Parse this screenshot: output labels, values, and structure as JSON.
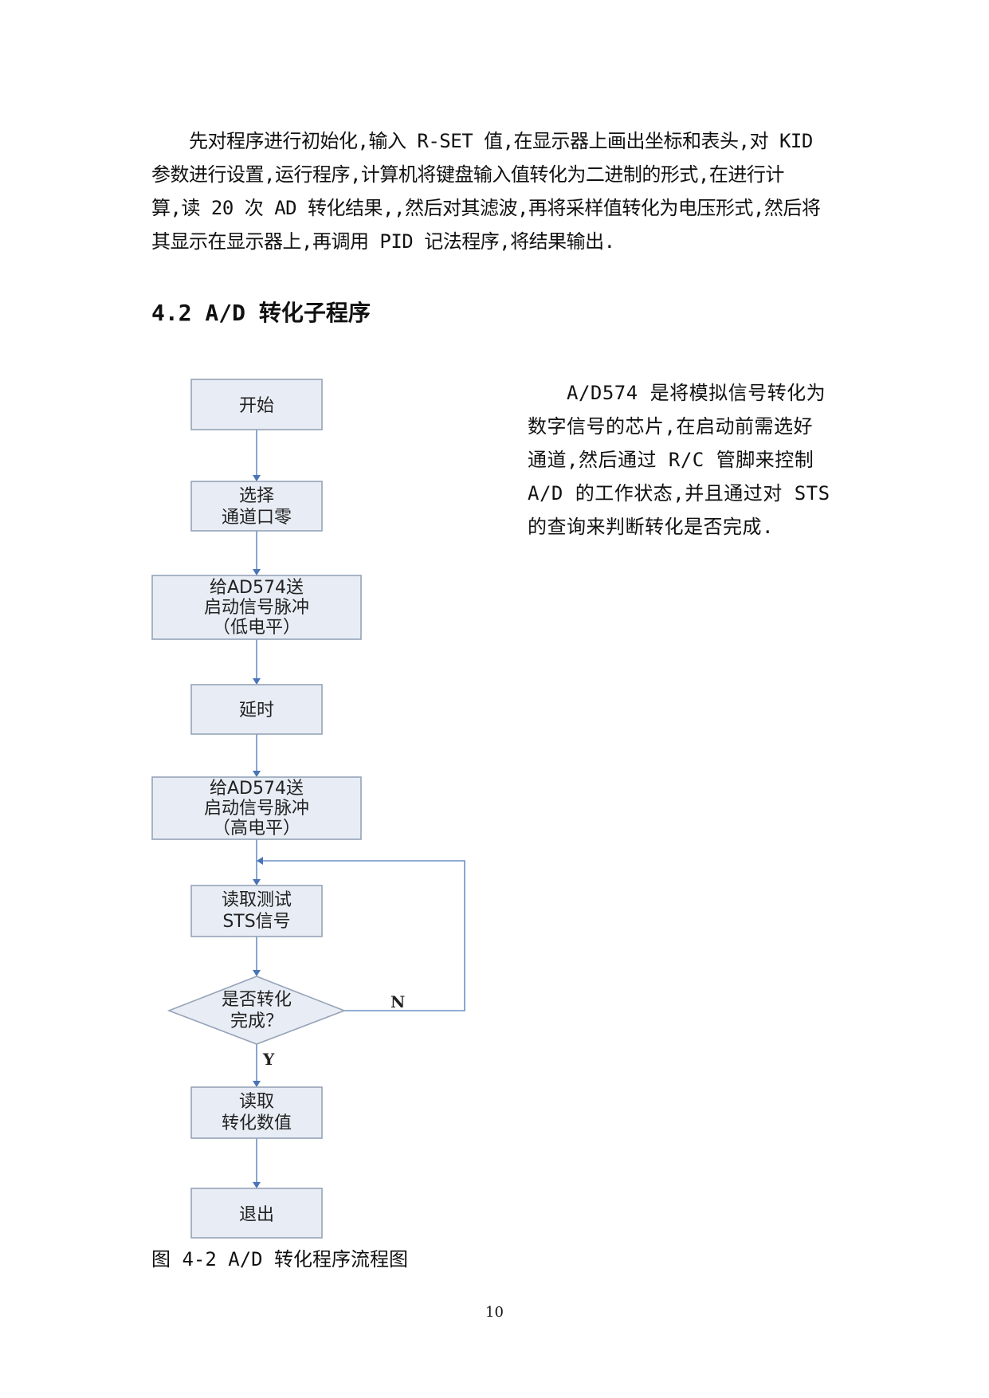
{
  "intro": {
    "lines": [
      "　　先对程序进行初始化,输入 R-SET 值,在显示器上画出坐标和表头,对 KID",
      "参数进行设置,运行程序,计算机将键盘输入值转化为二进制的形式,在进行计",
      "算,读 20 次 AD 转化结果,,然后对其滤波,再将采样值转化为电压形式,然后将",
      "其显示在显示器上,再调用 PID 记法程序,将结果输出."
    ]
  },
  "section": {
    "heading": "4.2 A/D 转化子程序"
  },
  "side_text": {
    "lines": [
      "　　A/D574 是将模拟信号转化为",
      "数字信号的芯片,在启动前需选好",
      "通道,然后通过 R/C 管脚来控制",
      "A/D 的工作状态,并且通过对 STS",
      "的查询来判断转化是否完成."
    ]
  },
  "flowchart": {
    "start": [
      "开始"
    ],
    "select": [
      "选择",
      "通道口零"
    ],
    "pulse_low": [
      "给AD574送",
      "启动信号脉冲",
      "（低电平）"
    ],
    "delay": [
      "延时"
    ],
    "pulse_high": [
      "给AD574送",
      "启动信号脉冲",
      "（高电平）"
    ],
    "read_sts": [
      "读取测试",
      "STS信号"
    ],
    "decision": [
      "是否转化",
      "完成？"
    ],
    "label_no": "N",
    "label_yes": "Y",
    "read_value": [
      "读取",
      "转化数值"
    ],
    "exit": [
      "退出"
    ]
  },
  "caption": "图 4-2  A/D 转化程序流程图",
  "page_number": "10"
}
